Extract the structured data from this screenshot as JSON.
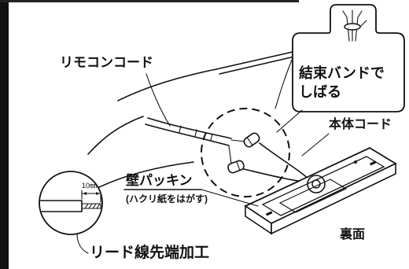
{
  "labels": {
    "remote_cord": "リモコンコード",
    "tie_band_line1": "結束バンドで",
    "tie_band_line2": "しばる",
    "main_cord": "本体コード",
    "wall_packing": "壁パッキン",
    "peel_paper": "(ハクリ紙をはがす)",
    "dimension": "10㎜",
    "lead_wire_tip": "リード線先端加工",
    "back_side": "裏面"
  },
  "icons": {
    "tie_band": "cable-tie-icon"
  },
  "colors": {
    "ink": "#111111",
    "paper": "#ffffff"
  }
}
